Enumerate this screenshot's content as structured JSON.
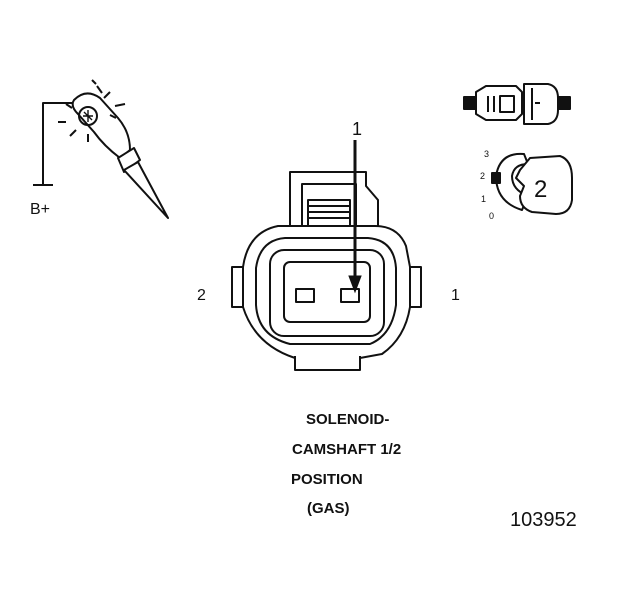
{
  "probe": {
    "label": "B+"
  },
  "connector": {
    "pin_callout": "1",
    "left_terminal": "2",
    "right_terminal": "1"
  },
  "view_icon": {
    "scale": [
      "3",
      "2",
      "1",
      "0"
    ],
    "number": "2"
  },
  "caption": {
    "line1": "SOLENOID-",
    "line2": "CAMSHAFT 1/2",
    "line3": "POSITION",
    "line4": "(GAS)"
  },
  "figure_number": "103952"
}
